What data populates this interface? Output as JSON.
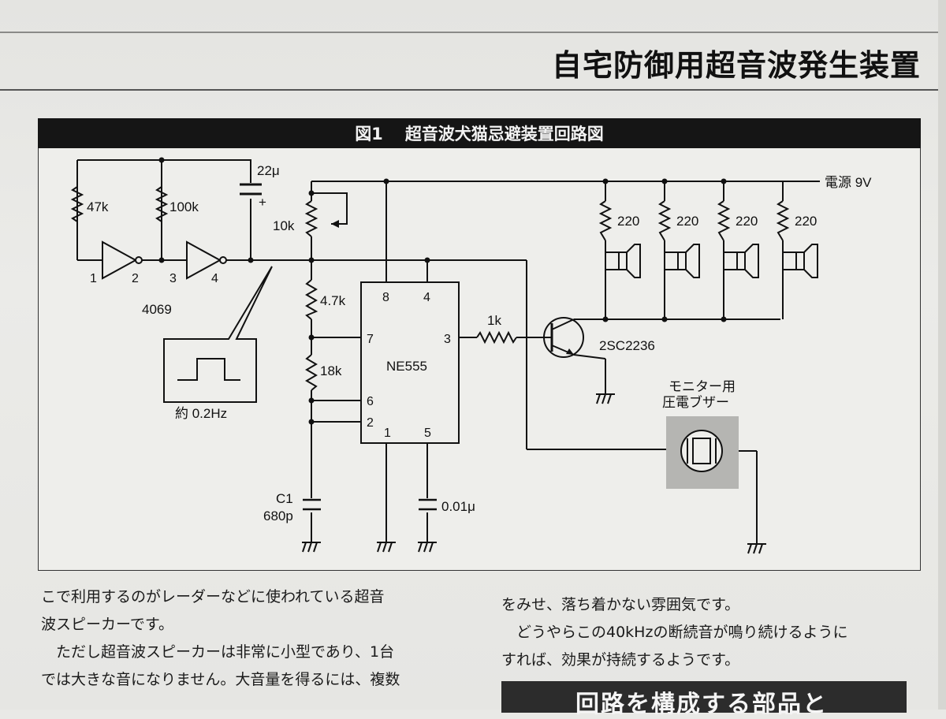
{
  "header": {
    "title": "自宅防御用超音波発生装置"
  },
  "figure": {
    "number": "図1",
    "caption": "超音波犬猫忌避装置回路図",
    "labels": {
      "power": "電源 9V",
      "r47k": "47k",
      "r100k": "100k",
      "cap22u": "22μ",
      "plus": "+",
      "pot10k": "10k",
      "r47": "4.7k",
      "r18k": "18k",
      "c1": "C1",
      "c1val": "680p",
      "c001": "0.01μ",
      "r1k": "1k",
      "transistor": "2SC2236",
      "ic555": "NE555",
      "ic4069": "4069",
      "spk_r": "220",
      "pulse": "約 0.2Hz",
      "buzzer1": "モニター用",
      "buzzer2": "圧電ブザー",
      "pin1": "1",
      "pin2": "2",
      "pin3": "3",
      "pin4": "4",
      "p8": "8",
      "p4": "4",
      "p7": "7",
      "p3": "3",
      "p6": "6",
      "p2": "2",
      "p1": "1",
      "p5": "5"
    }
  },
  "text": {
    "left": [
      "こで利用するのがレーダーなどに使われている超音",
      "波スピーカーです。",
      "　ただし超音波スピーカーは非常に小型であり、1台",
      "では大きな音になりません。大音量を得るには、複数"
    ],
    "right": [
      "をみせ、落ち着かない雰囲気です。",
      "　どうやらこの40kHzの断続音が鳴り続けるように",
      "すれば、効果が持続するようです。"
    ],
    "band": "回路を構成する部品と"
  }
}
